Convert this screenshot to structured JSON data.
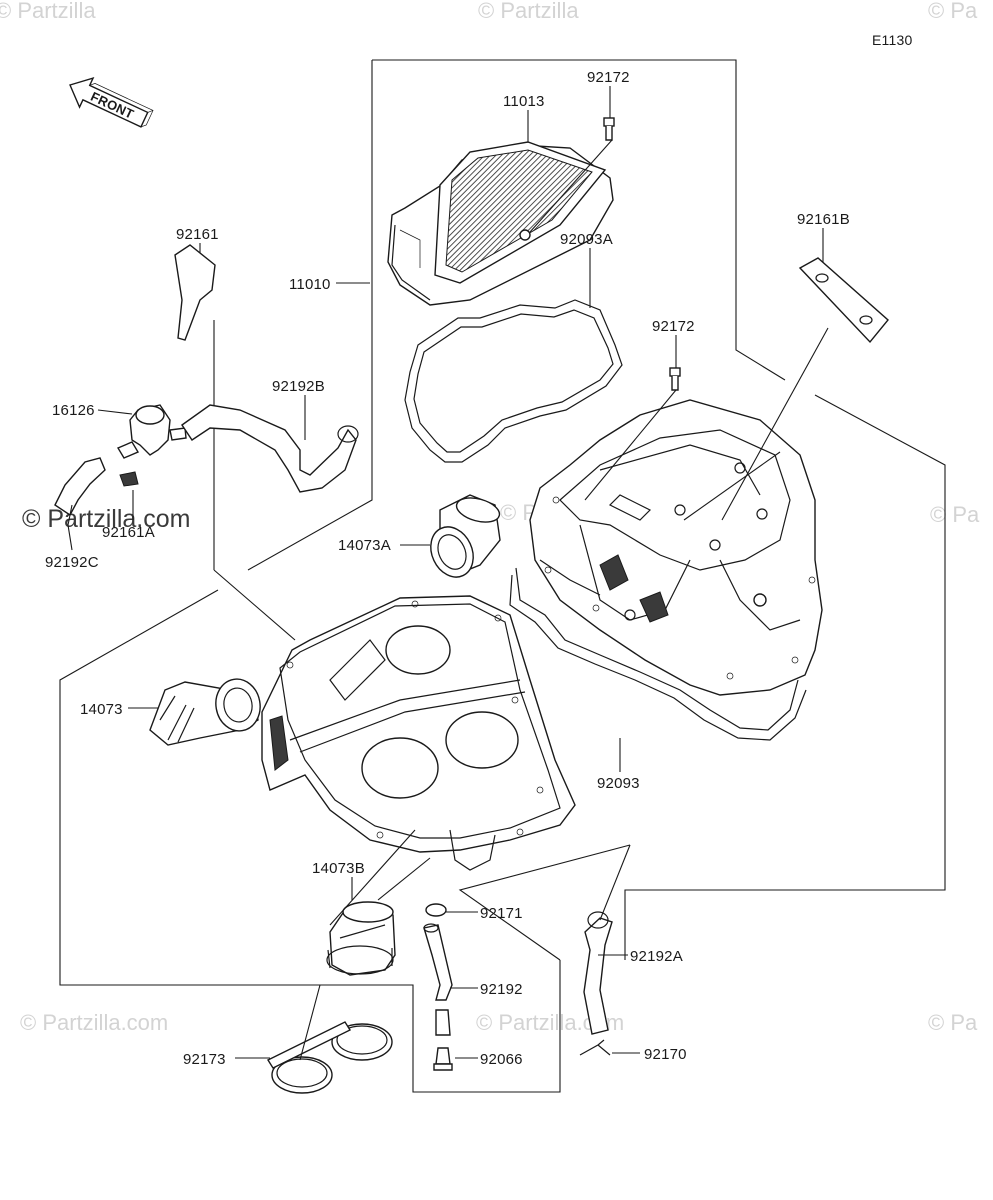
{
  "diagram_code": "E1130",
  "front_label": "FRONT",
  "watermark": "© Partzilla.com",
  "watermark_partial": "© Partzilla",
  "watermark_edge": "© Pa",
  "parts": {
    "p11013": "11013",
    "p92172_top": "92172",
    "p92161B": "92161B",
    "p92161": "92161",
    "p11010": "11010",
    "p92093A": "92093A",
    "p92172_mid": "92172",
    "p16126": "16126",
    "p92192B": "92192B",
    "p92161A": "92161A",
    "p92192C": "92192C",
    "p14073A": "14073A",
    "p14073": "14073",
    "p92093": "92093",
    "p14073B": "14073B",
    "p92171": "92171",
    "p92192A": "92192A",
    "p92192": "92192",
    "p92173": "92173",
    "p92066": "92066",
    "p92170": "92170"
  }
}
